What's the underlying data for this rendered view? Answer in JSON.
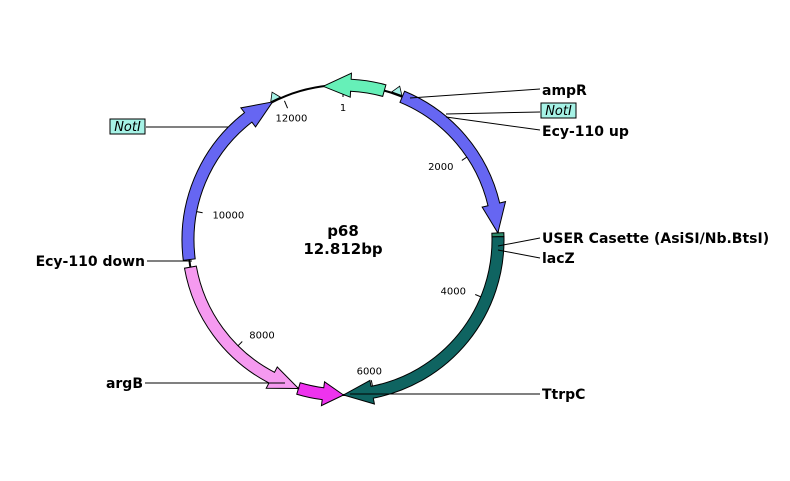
{
  "plasmid": {
    "name": "p68",
    "size_label": "12.812bp",
    "length_bp": 12812
  },
  "features": [
    {
      "id": "ampR",
      "label": "ampR",
      "start": 12550,
      "end": 550,
      "color": "#66f0b8",
      "strand": -1
    },
    {
      "id": "ecy110up",
      "label": "Ecy-110 up",
      "start": 800,
      "end": 3110,
      "color": "#6666f2",
      "strand": 1
    },
    {
      "id": "user",
      "label": "USER Casette (AsiSI/Nb.BtsI)",
      "start": 3110,
      "end": 3160,
      "color": "#2e8b6b",
      "strand": 0
    },
    {
      "id": "lacz",
      "label": "lacZ",
      "start": 3160,
      "end": 6400,
      "color": "#0f6461",
      "strand": 1
    },
    {
      "id": "ttrpc",
      "label": "TtrpC",
      "start": 6400,
      "end": 6400,
      "color": "#000000",
      "strand": 0
    },
    {
      "id": "argb_small",
      "label": "",
      "start": 6400,
      "end": 7000,
      "color": "#ee33ee",
      "strand": -1
    },
    {
      "id": "argb",
      "label": "argB",
      "start": 7000,
      "end": 9250,
      "color": "#f59af0",
      "strand": -1
    },
    {
      "id": "ecy110down",
      "label": "Ecy-110 down",
      "start": 9350,
      "end": 11850,
      "color": "#6666f2",
      "strand": 1
    }
  ],
  "sites": [
    {
      "id": "noti_right",
      "label": "NotI",
      "pos": 720
    },
    {
      "id": "noti_left",
      "label": "NotI",
      "pos": 11900
    }
  ],
  "ticks": [
    {
      "label": "1",
      "pos": 0
    },
    {
      "label": "2000",
      "pos": 2000
    },
    {
      "label": "4000",
      "pos": 4000
    },
    {
      "label": "6000",
      "pos": 6000
    },
    {
      "label": "8000",
      "pos": 8000
    },
    {
      "label": "10000",
      "pos": 10000
    },
    {
      "label": "12000",
      "pos": 12000
    }
  ],
  "colors": {
    "site_fill": "#a6f2e6",
    "backbone": "#000000"
  }
}
